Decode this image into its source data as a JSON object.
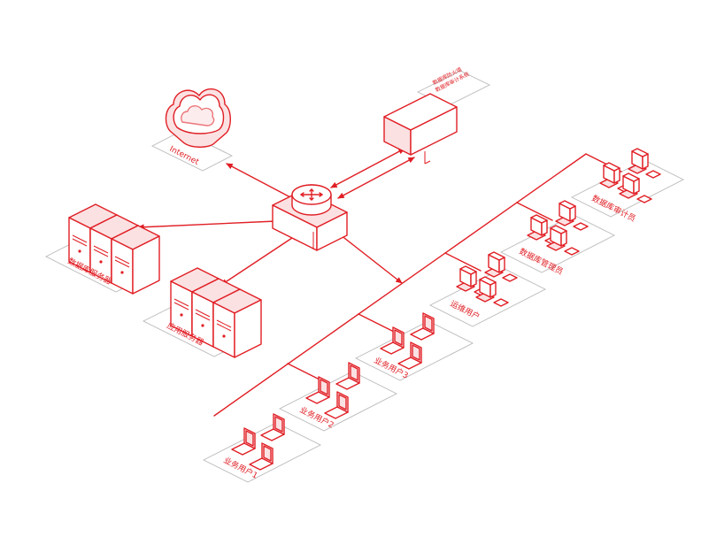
{
  "colors": {
    "accent": "#e01e24",
    "plate": "#b9b9b9",
    "fill_light": "#fbe1e2"
  },
  "labels": {
    "internet": "Internet",
    "db_server": "数据库服务器",
    "app_server": "应用服务器",
    "fw_line1": "数据库防火墙",
    "fw_line2": "数据库审计系统",
    "user1": "业务用户1",
    "user2": "业务用户2",
    "user3": "业务用户3",
    "ops_user": "运维用户",
    "db_admin": "数据库管理员",
    "db_audit": "数据库审计员"
  }
}
